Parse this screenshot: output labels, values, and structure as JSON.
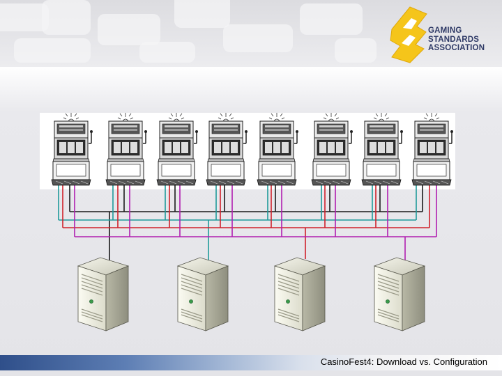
{
  "logo": {
    "lines": [
      "GAMING",
      "STANDARDS",
      "ASSOCIATION"
    ]
  },
  "footer": {
    "caption": "CasinoFest4: Download vs. Configuration"
  },
  "diagram": {
    "slot_machine_count": 8,
    "server_count": 4,
    "bus_colors": {
      "black": "#1a1a1a",
      "teal": "#1f9a9a",
      "red": "#d0202a",
      "magenta": "#b01eb0"
    }
  },
  "colors": {
    "logo_yellow": "#f5c51a",
    "logo_text": "#2f3a66",
    "footer_blue": "#2f4f8a"
  }
}
